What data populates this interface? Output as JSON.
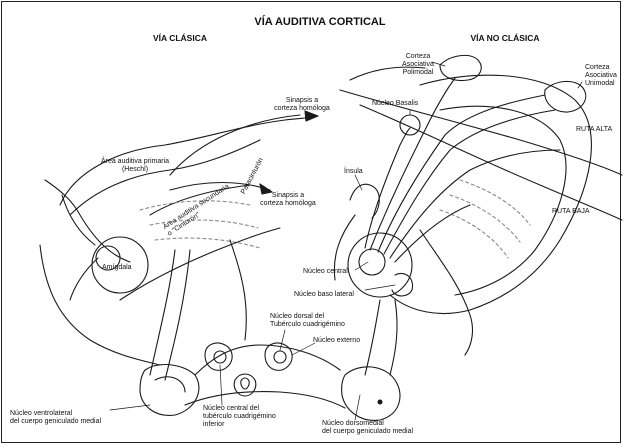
{
  "title": "VÍA AUDITIVA CORTICAL",
  "sections": {
    "classic": "VÍA CLÁSICA",
    "non_classic": "VÍA NO CLÁSICA"
  },
  "labels": {
    "synapse_top": "Sinapsis a\ncorteza homóloga",
    "synapse_mid": "Sinapsis a\ncorteza homóloga",
    "primary_area": "Área auditiva primaria\n(Heschl)",
    "secondary_area": "Área auditiva secundaria\no \"Cinturón\"",
    "paracinturon": "Paracinturón",
    "amygdala": "Amígdala",
    "polymodal": "Corteza\nAsociativa\nPolimodal",
    "unimodal": "Corteza\nAsociativa\nUnimodal",
    "basalis": "Núcleo Basalis",
    "ruta_alta": "RUTA ALTA",
    "ruta_baja": "RUTA BAJA",
    "insula": "Ínsula",
    "central_nucleus": "Núcleo central",
    "basolateral": "Núcleo baso lateral",
    "dorsal_tuberculo": "Núcleo dorsal del\nTubérculo cuadrigémino",
    "external_nucleus": "Núcleo externo",
    "ventrolateral": "Núcleo ventrolateral\ndel cuerpo geniculado medial",
    "central_tuberculo": "Núcleo central del\ntubérculo cuadrigémino\ninferior",
    "dorsomedial": "Núcleo dorsomedial\ndel cuerpo geniculado medial"
  },
  "colors": {
    "ink": "#1a1a1a",
    "gray_stroke": "#8a8a8a",
    "background": "#ffffff"
  }
}
